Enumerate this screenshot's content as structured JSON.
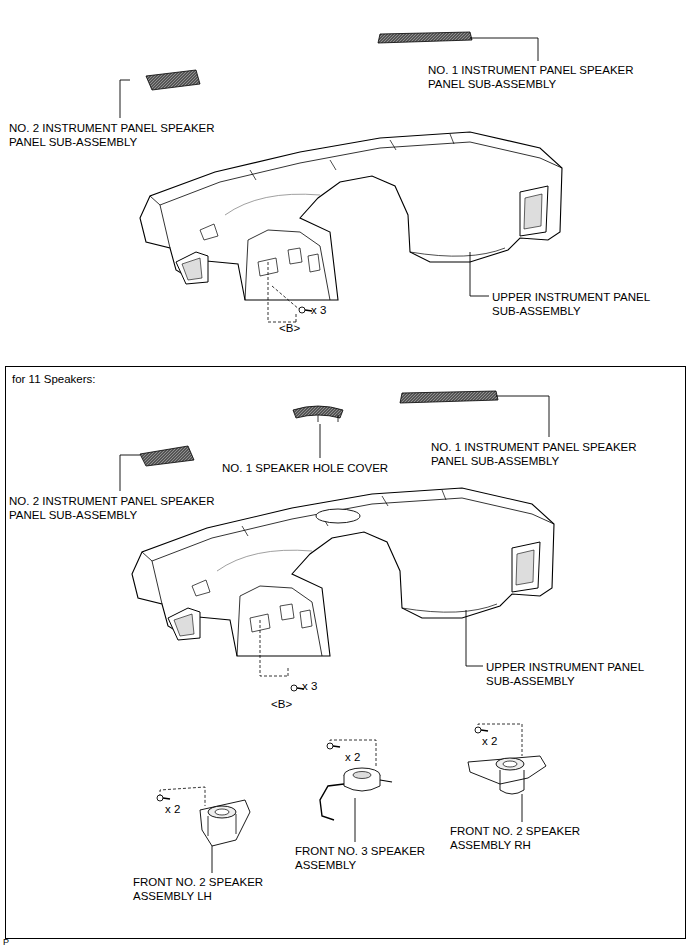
{
  "diagram": {
    "nodes": [
      {
        "text": [
          "for 11 Speakers:"
        ]
      }
    ],
    "labels": [
      "NO. 1 INSTRUMENT PANEL SPEAKER PANEL SUB-ASSEMBLY",
      "NO. 2 INSTRUMENT PANEL SPEAKER PANEL SUB-ASSEMBLY",
      "UPPER INSTRUMENT PANEL SUB-ASSEMBLY",
      "x 3",
      "<B>",
      "NO. 2 INSTRUMENT PANEL SPEAKER PANEL SUB-ASSEMBLY",
      "NO. 1 SPEAKER HOLE COVER",
      "NO. 1 INSTRUMENT PANEL SPEAKER PANEL SUB-ASSEMBLY",
      "UPPER INSTRUMENT PANEL SUB-ASSEMBLY",
      "x 3",
      "<B>",
      "x 2",
      "x 2",
      "x 2",
      "FRONT NO. 2 SPEAKER ASSEMBLY LH",
      "FRONT NO. 3 SPEAKER ASSEMBLY",
      "FRONT NO. 2 SPEAKER ASSEMBLY RH",
      "P"
    ]
  }
}
